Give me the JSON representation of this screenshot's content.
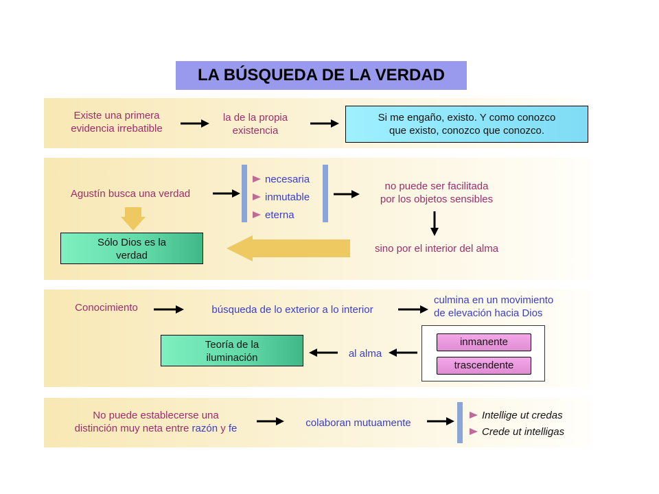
{
  "title": "LA BÚSQUEDA DE LA VERDAD",
  "row1": {
    "start": [
      "Existe una primera",
      "evidencia irrebatible"
    ],
    "middle": [
      "la de la propia",
      "existencia"
    ],
    "end": [
      "Si me engaño, existo. Y como conozco",
      "que existo, conozco que conozco."
    ]
  },
  "row2": {
    "start": "Agustín busca una verdad",
    "attributes": [
      "necesaria",
      "inmutable",
      "eterna"
    ],
    "not_by": [
      "no puede ser facilitada",
      "por los objetos sensibles"
    ],
    "but_by": "sino por el interior del alma",
    "conclusion": [
      "Sólo Dios es la",
      "verdad"
    ]
  },
  "row3": {
    "start": "Conocimiento",
    "search": "búsqueda de lo exterior a lo interior",
    "culmination": [
      "culmina en un movimiento",
      "de elevación hacia Dios"
    ],
    "modes": [
      "inmanente",
      "trascendente"
    ],
    "to_soul": "al alma",
    "theory": [
      "Teoría de la",
      "iluminación"
    ]
  },
  "row4": {
    "start_parts": {
      "line1": "No puede establecerse una",
      "line2a": "distinción muy neta entre ",
      "line2b": "razón",
      "line2c": " y ",
      "line2d": "fe"
    },
    "middle": "colaboran mutuamente",
    "maxims": [
      "Intellige ut credas",
      "Crede ut intelligas"
    ]
  },
  "colors": {
    "title_bg": "#9999ee",
    "band": "#f8e8b4",
    "magenta_text": "#9b2e6a",
    "blue_text": "#3a3ec8",
    "green_box": "#60d8a8",
    "cyan_box": "#7fdcf4",
    "pink_box": "#e08cd4",
    "bar_blue": "#8aa6d8",
    "yellow_arrow": "#eec860"
  }
}
